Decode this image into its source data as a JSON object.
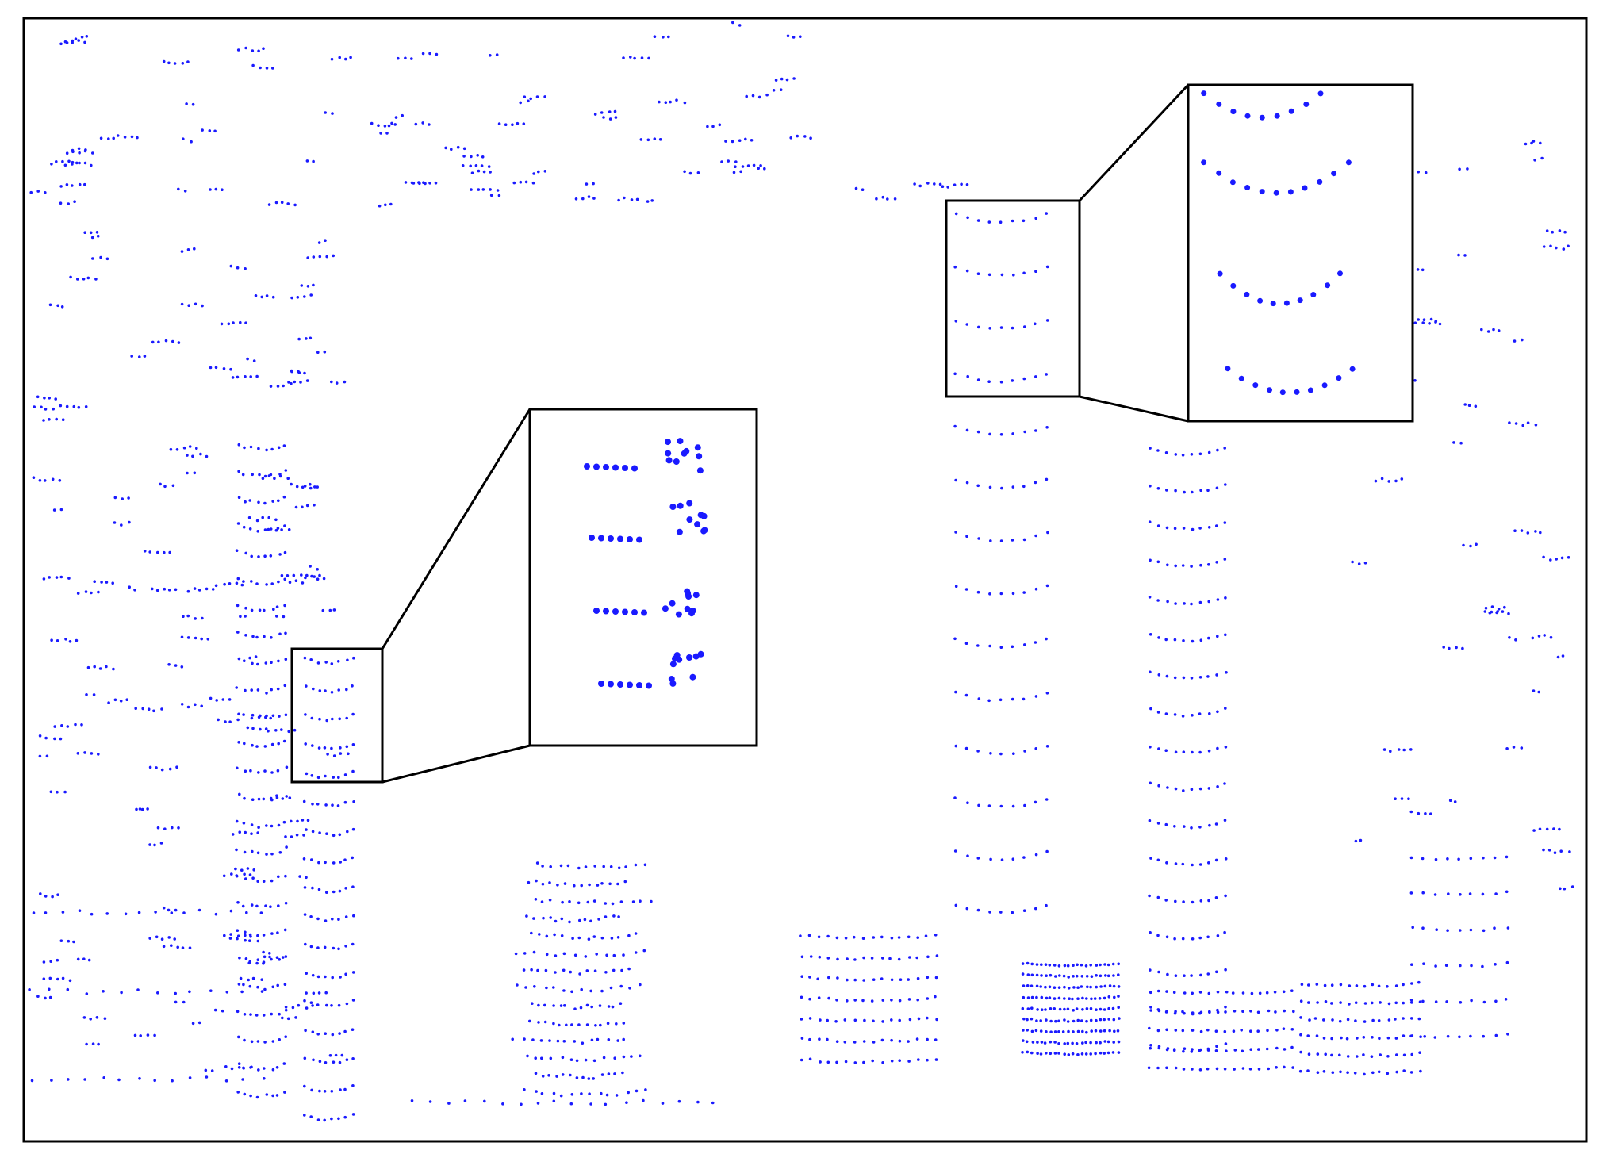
{
  "figure": {
    "description_free": true,
    "colors": {
      "background": "#ffffff",
      "points": "#1a1aff",
      "frame": "#000000"
    },
    "insets": [
      {
        "id": "left-zoom",
        "shows": "tree-trunk-scanlines"
      },
      {
        "id": "right-zoom",
        "shows": "tree-trunk-scanlines"
      }
    ]
  }
}
